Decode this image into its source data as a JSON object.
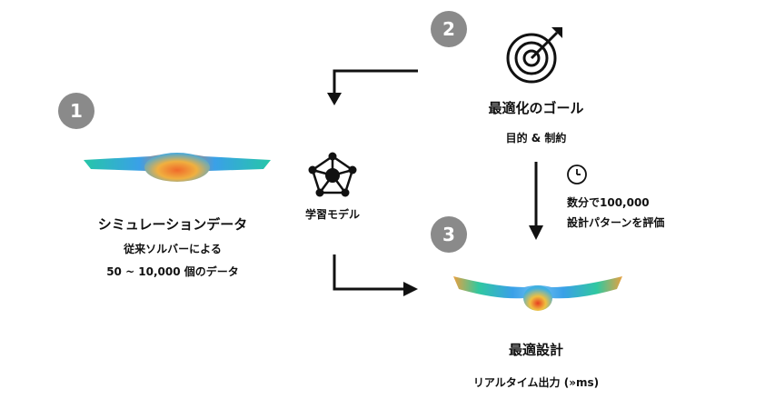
{
  "steps": [
    {
      "number": "1",
      "title": "シミュレーションデータ",
      "line1": "従来ソルバーによる",
      "line2": "50 ~ 10,000 個のデータ"
    },
    {
      "number": "2",
      "title": "最適化のゴール",
      "line1": "目的 & 制約"
    },
    {
      "number": "3",
      "title": "最適設計",
      "line1": "リアルタイム出力 (»ms)"
    }
  ],
  "model": {
    "label": "学習モデル"
  },
  "evaluation": {
    "line1": "数分で100,000",
    "line2": "設計パターンを評価"
  },
  "colors": {
    "badge": "#8a8a8a",
    "arrow": "#111111"
  },
  "icons": {
    "goal": "target-arrow-icon",
    "model": "network-nodes-icon",
    "time": "clock-icon"
  }
}
